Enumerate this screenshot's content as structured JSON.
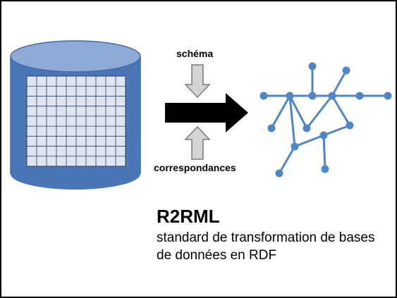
{
  "labels": {
    "schema": "schéma",
    "mappings": "correspondances"
  },
  "title": "R2RML",
  "description": "standard de transformation de bases de données en RDF",
  "colors": {
    "cylinder_body": "#4a76b8",
    "cylinder_top": "#8eabd8",
    "grid_fill": "#dfe6f1",
    "grid_line": "#2b3f5c",
    "input_arrow_fill": "#d4d4d4",
    "input_arrow_stroke": "#7a7a7a",
    "main_arrow": "#000000",
    "graph": "#4f86c6"
  },
  "icons": [
    "database-icon",
    "table-grid-icon",
    "transform-arrow-icon",
    "rdf-graph-icon"
  ]
}
